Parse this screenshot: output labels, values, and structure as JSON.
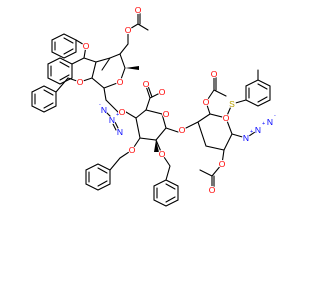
{
  "molecule": {
    "colors": {
      "carbon_bonds": "#000000",
      "oxygen": "#ff0000",
      "nitrogen": "#0000ff",
      "sulfur": "#b8a000",
      "background": "#ffffff"
    },
    "atom_labels": [
      {
        "id": "o-acetyl-top-carbonyl",
        "text": "O",
        "element": "O"
      },
      {
        "id": "o-acetyl-top-ester",
        "text": "O",
        "element": "O"
      },
      {
        "id": "o-benzyl-upper-1",
        "text": "O",
        "element": "O"
      },
      {
        "id": "o-benzyl-upper-2",
        "text": "O",
        "element": "O"
      },
      {
        "id": "o-ring-left",
        "text": "O",
        "element": "O"
      },
      {
        "id": "n-azide-left-1",
        "text": "N",
        "element": "N",
        "charge": "-"
      },
      {
        "id": "n-azide-left-2",
        "text": "N",
        "element": "N",
        "charge": "+"
      },
      {
        "id": "n-azide-left-3",
        "text": "N",
        "element": "N"
      },
      {
        "id": "o-glycosidic-left",
        "text": "O",
        "element": "O"
      },
      {
        "id": "o-ester-carbonyl",
        "text": "O",
        "element": "O"
      },
      {
        "id": "o-ester-methoxy",
        "text": "O",
        "element": "O"
      },
      {
        "id": "o-ring-middle",
        "text": "O",
        "element": "O"
      },
      {
        "id": "o-benzyl-lower-1",
        "text": "O",
        "element": "O"
      },
      {
        "id": "o-benzyl-lower-2",
        "text": "O",
        "element": "O"
      },
      {
        "id": "o-glycosidic-right",
        "text": "O",
        "element": "O"
      },
      {
        "id": "o-acetyl-right-ester",
        "text": "O",
        "element": "O"
      },
      {
        "id": "o-acetyl-right-carbonyl",
        "text": "O",
        "element": "O"
      },
      {
        "id": "o-ring-right",
        "text": "O",
        "element": "O"
      },
      {
        "id": "s-thio",
        "text": "S",
        "element": "S"
      },
      {
        "id": "n-azide-right-1",
        "text": "N",
        "element": "N",
        "charge": "+"
      },
      {
        "id": "n-azide-right-2",
        "text": "N",
        "element": "N",
        "charge": "+"
      },
      {
        "id": "n-azide-right-3",
        "text": "N",
        "element": "N",
        "charge": "-"
      },
      {
        "id": "o-acetyl-bottom-ester",
        "text": "O",
        "element": "O"
      },
      {
        "id": "o-acetyl-bottom-carbonyl",
        "text": "O",
        "element": "O"
      }
    ]
  }
}
